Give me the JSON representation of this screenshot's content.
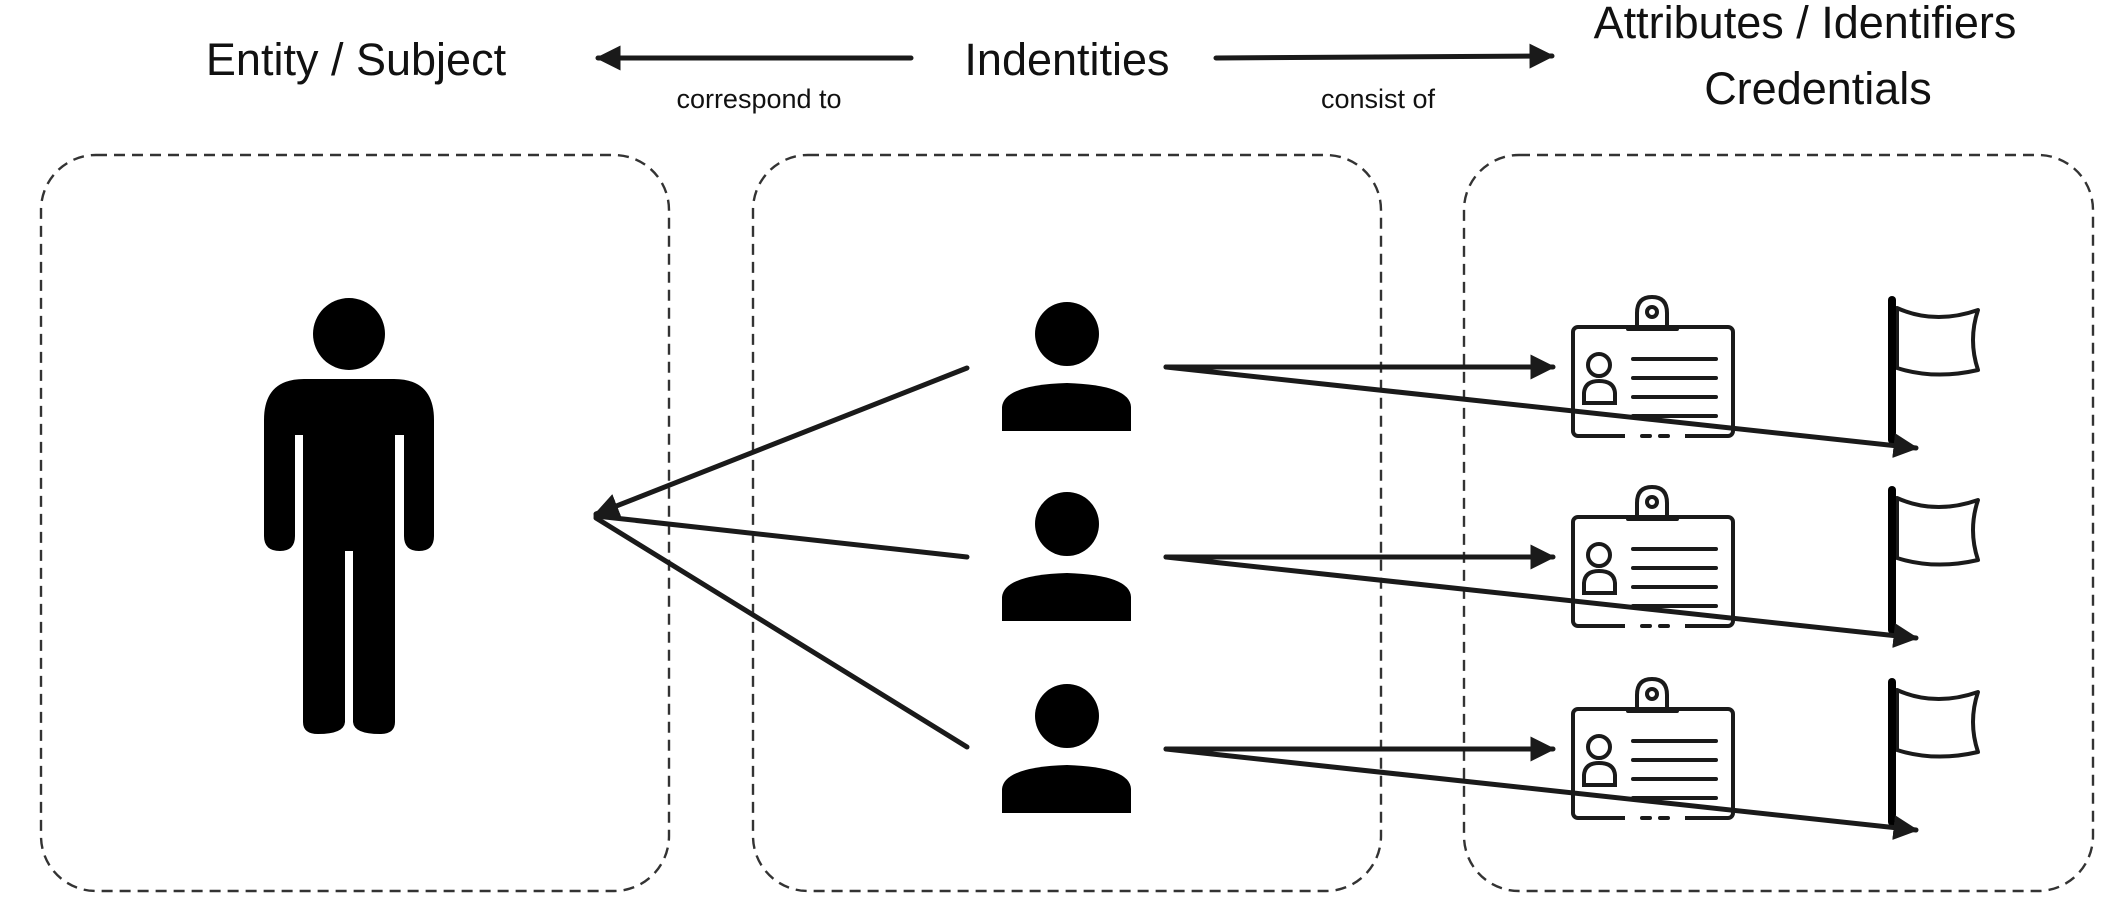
{
  "diagram": {
    "titles": {
      "entity": "Entity / Subject",
      "identities": "Indentities",
      "attributes": "Attributes / Identifiers",
      "credentials": "Credentials"
    },
    "relations": {
      "identities_to_entity": "correspond to",
      "identities_to_attributes": "consist of"
    },
    "groups": [
      {
        "id": "entity-group",
        "icon": "person-standing-icon",
        "count": 1
      },
      {
        "id": "identities-group",
        "icon": "user-icon",
        "count": 3
      },
      {
        "id": "attributes-group",
        "icons": [
          "id-badge-icon",
          "flag-icon"
        ],
        "count": 3
      }
    ],
    "colors": {
      "stroke": "#1a1a1a",
      "box_border": "#333333",
      "background": "#ffffff"
    }
  }
}
